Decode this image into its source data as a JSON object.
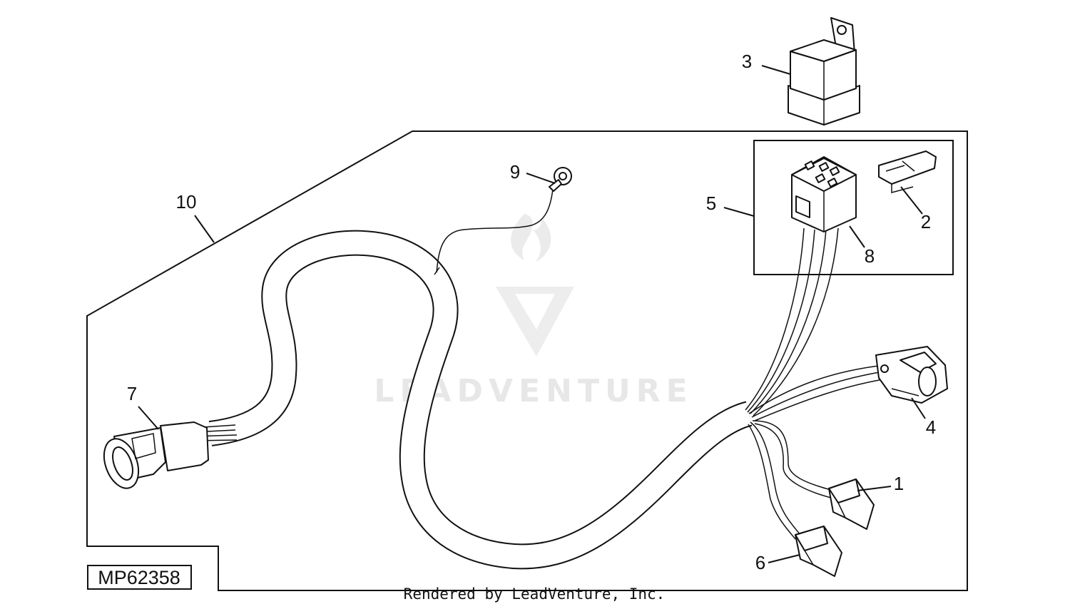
{
  "callouts": {
    "c1": "1",
    "c2": "2",
    "c3": "3",
    "c4": "4",
    "c5": "5",
    "c6": "6",
    "c7": "7",
    "c8": "8",
    "c9": "9",
    "c10": "10"
  },
  "figure_id": "MP62358",
  "watermark": "LEADVENTURE",
  "footer": "Rendered by LeadVenture, Inc."
}
